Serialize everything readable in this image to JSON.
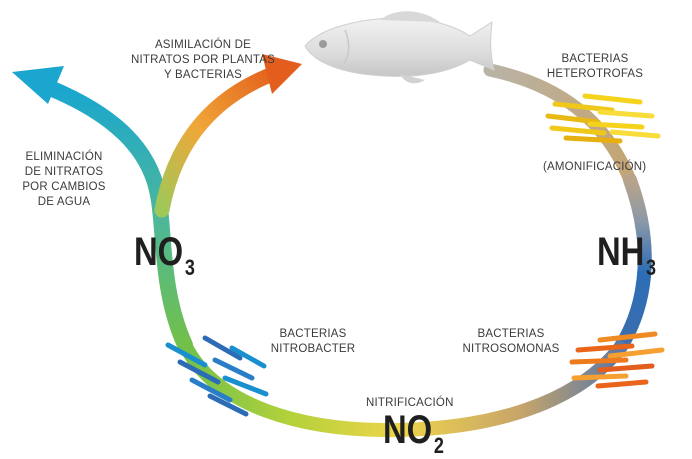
{
  "colors": {
    "orange": "#e8651a",
    "blue": "#2b6cb5",
    "green": "#7cc242",
    "cyan": "#1aa6cf",
    "yellow": "#f5d21c",
    "grey": "#9a9a92"
  },
  "icons": {
    "fish": "fish-icon",
    "bacteria": "bacteria-cluster-icon"
  },
  "labels": {
    "assimilation": [
      "ASIMILACIÓN DE",
      "NITRATOS POR PLANTAS",
      "Y BACTERIAS"
    ],
    "heterotrophic": [
      "BACTERIAS",
      "HETEROTROFAS"
    ],
    "ammonification": "(AMONIFICACIÓN)",
    "elimination": [
      "ELIMINACIÓN",
      "DE NITRATOS",
      "POR CAMBIOS",
      "DE AGUA"
    ],
    "nitrobacter": [
      "BACTERIAS",
      "NITROBACTER"
    ],
    "nitrosomonas": [
      "BACTERIAS",
      "NITROSOMONAS"
    ],
    "nitrification": "NITRIFICACIÓN"
  },
  "compounds": {
    "no3": {
      "base": "NO",
      "sub": "3"
    },
    "nh3": {
      "base": "NH",
      "sub": "3"
    },
    "no2": {
      "base": "NO",
      "sub": "2"
    }
  }
}
